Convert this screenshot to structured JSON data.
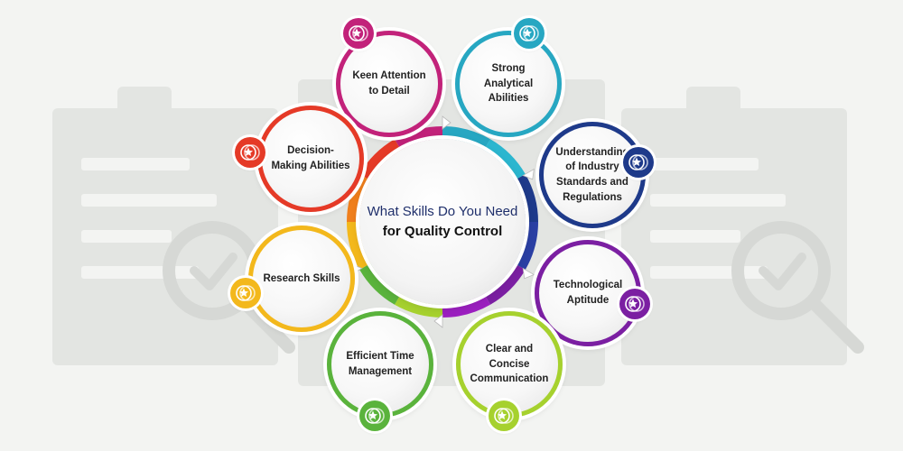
{
  "hub": {
    "line1": "What Skills Do You Need",
    "line2": "for Quality Control"
  },
  "skills": [
    {
      "label": "Keen Attention to Detail",
      "color": "#c2227a"
    },
    {
      "label": "Strong Analytical Abilities",
      "color": "#27a7c2"
    },
    {
      "label": "Understanding of Industry Standards and Regulations",
      "color": "#1e3a8a"
    },
    {
      "label": "Technological Aptitude",
      "color": "#7b1fa2"
    },
    {
      "label": "Clear and Concise Communication",
      "color": "#a6d12e"
    },
    {
      "label": "Efficient Time Management",
      "color": "#5ab33c"
    },
    {
      "label": "Research Skills",
      "color": "#f3b81c"
    },
    {
      "label": "Decision-Making Abilities",
      "color": "#e53a27"
    }
  ],
  "colors": {
    "background": "#f3f4f2",
    "background_icons": "#e3e5e2",
    "hub_title": "#1f2f6b"
  },
  "icons": {
    "badge": "star-in-circles-icon",
    "background": "clipboard-magnifier-check-icon"
  }
}
